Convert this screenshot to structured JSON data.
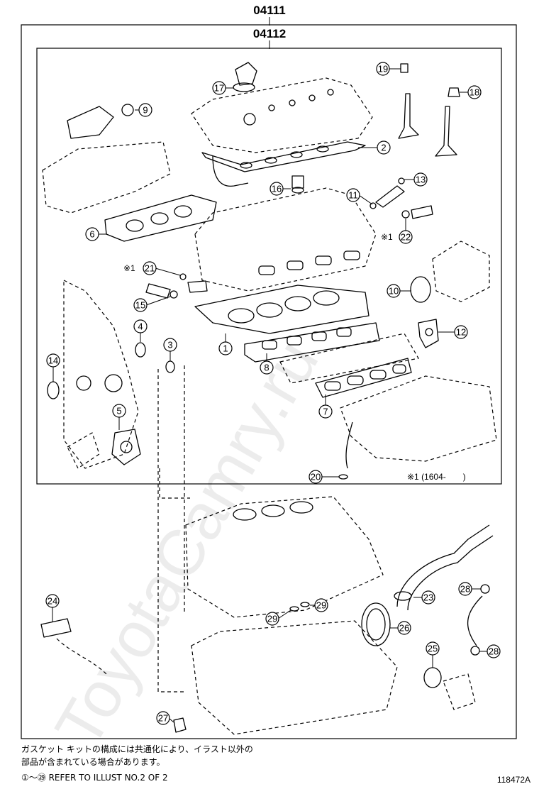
{
  "kit_codes": {
    "outer": "04111",
    "inner": "04112"
  },
  "notes": {
    "range_note": "※1 (1604-　　)",
    "star_mark": "※1"
  },
  "footnote": {
    "line1": "ガスケット キットの構成には共通化により、イラスト以外の",
    "line2": "部品が含まれている場合があります。",
    "line3": "①～㉙ REFER TO ILLUST NO.2 OF 2"
  },
  "figure_number": "118472A",
  "watermark": "ToyotaCamry.ru",
  "callouts": {
    "c1": "1",
    "c2": "2",
    "c3": "3",
    "c4": "4",
    "c5": "5",
    "c6": "6",
    "c7": "7",
    "c8": "8",
    "c9": "9",
    "c10": "10",
    "c11": "11",
    "c12": "12",
    "c13": "13",
    "c14": "14",
    "c15": "15",
    "c16": "16",
    "c17": "17",
    "c18": "18",
    "c19": "19",
    "c20": "20",
    "c21": "21",
    "c22": "22",
    "c23": "23",
    "c24": "24",
    "c25": "25",
    "c26": "26",
    "c27": "27",
    "c28a": "28",
    "c28b": "28",
    "c29a": "29",
    "c29b": "29"
  }
}
